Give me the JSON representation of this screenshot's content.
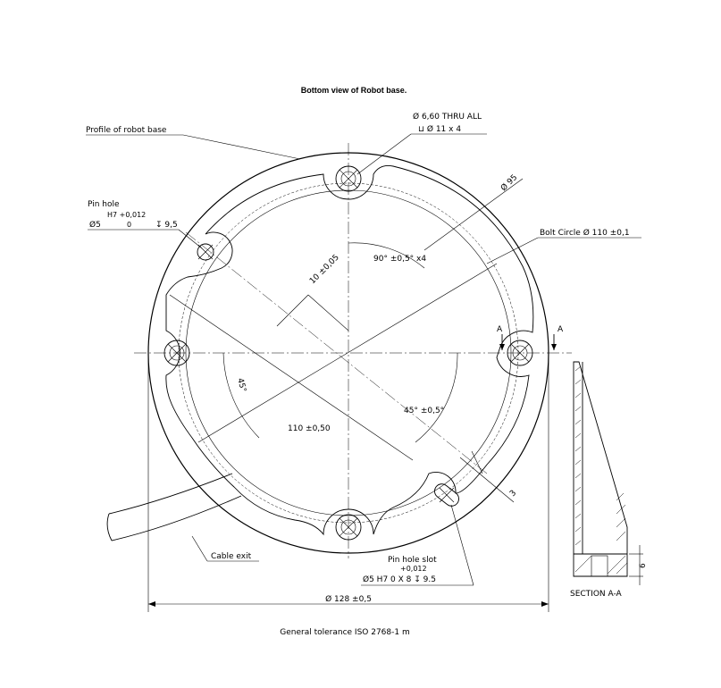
{
  "title": "Bottom view of Robot base.",
  "labels": {
    "profile": "Profile of robot base",
    "thru_hole": "Ø 6,60 THRU ALL",
    "counterbore": "⊔ Ø 11 x 4",
    "dia95": "Ø 95",
    "bolt_circle": "Bolt Circle Ø 110 ±0,1",
    "pin_hole_title": "Pin hole",
    "pin_hole_tol": "H7 +0,012",
    "pin_hole_dia": "Ø5",
    "pin_hole_zero": "0",
    "pin_hole_depth": "↧ 9,5",
    "angle_90": "90° ±0,5° x4",
    "dim_10": "10 ±0,05",
    "angle_45_left": "45°",
    "angle_45_right": "45° ±0,5°",
    "dim_110": "110 ±0,50",
    "dim_3": "3",
    "section_mark_left": "A",
    "section_mark_right": "A",
    "cable_exit": "Cable exit",
    "slot_title": "Pin hole slot",
    "slot_tol": "+0,012",
    "slot_spec": "Ø5  H7   0      X 8 ↧ 9.5",
    "dim_128": "Ø 128 ±0,5",
    "dim_6": "6",
    "section_label": "SECTION A-A",
    "general_tolerance": "General tolerance ISO 2768-1 m"
  }
}
